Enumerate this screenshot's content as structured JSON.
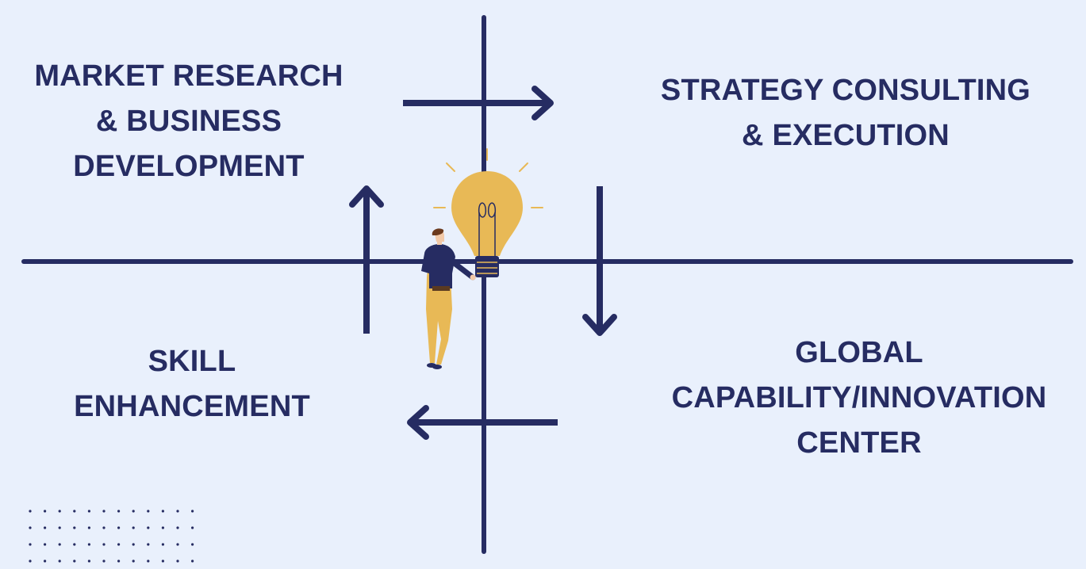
{
  "quadrants": {
    "top_left": {
      "lines": [
        "MARKET RESEARCH",
        "& BUSINESS",
        "DEVELOPMENT"
      ]
    },
    "top_right": {
      "lines": [
        "STRATEGY CONSULTING",
        "& EXECUTION"
      ]
    },
    "bottom_left": {
      "lines": [
        "SKILL",
        "ENHANCEMENT"
      ]
    },
    "bottom_right": {
      "lines": [
        "GLOBAL",
        "CAPABILITY/INNOVATION",
        "CENTER"
      ]
    }
  },
  "colors": {
    "background": "#e9f0fc",
    "axis": "#262c62",
    "bulb": "#e8b956",
    "text": "#262c62"
  },
  "icons": [
    "lightbulb-icon",
    "person-icon",
    "dot-grid-decoration"
  ]
}
